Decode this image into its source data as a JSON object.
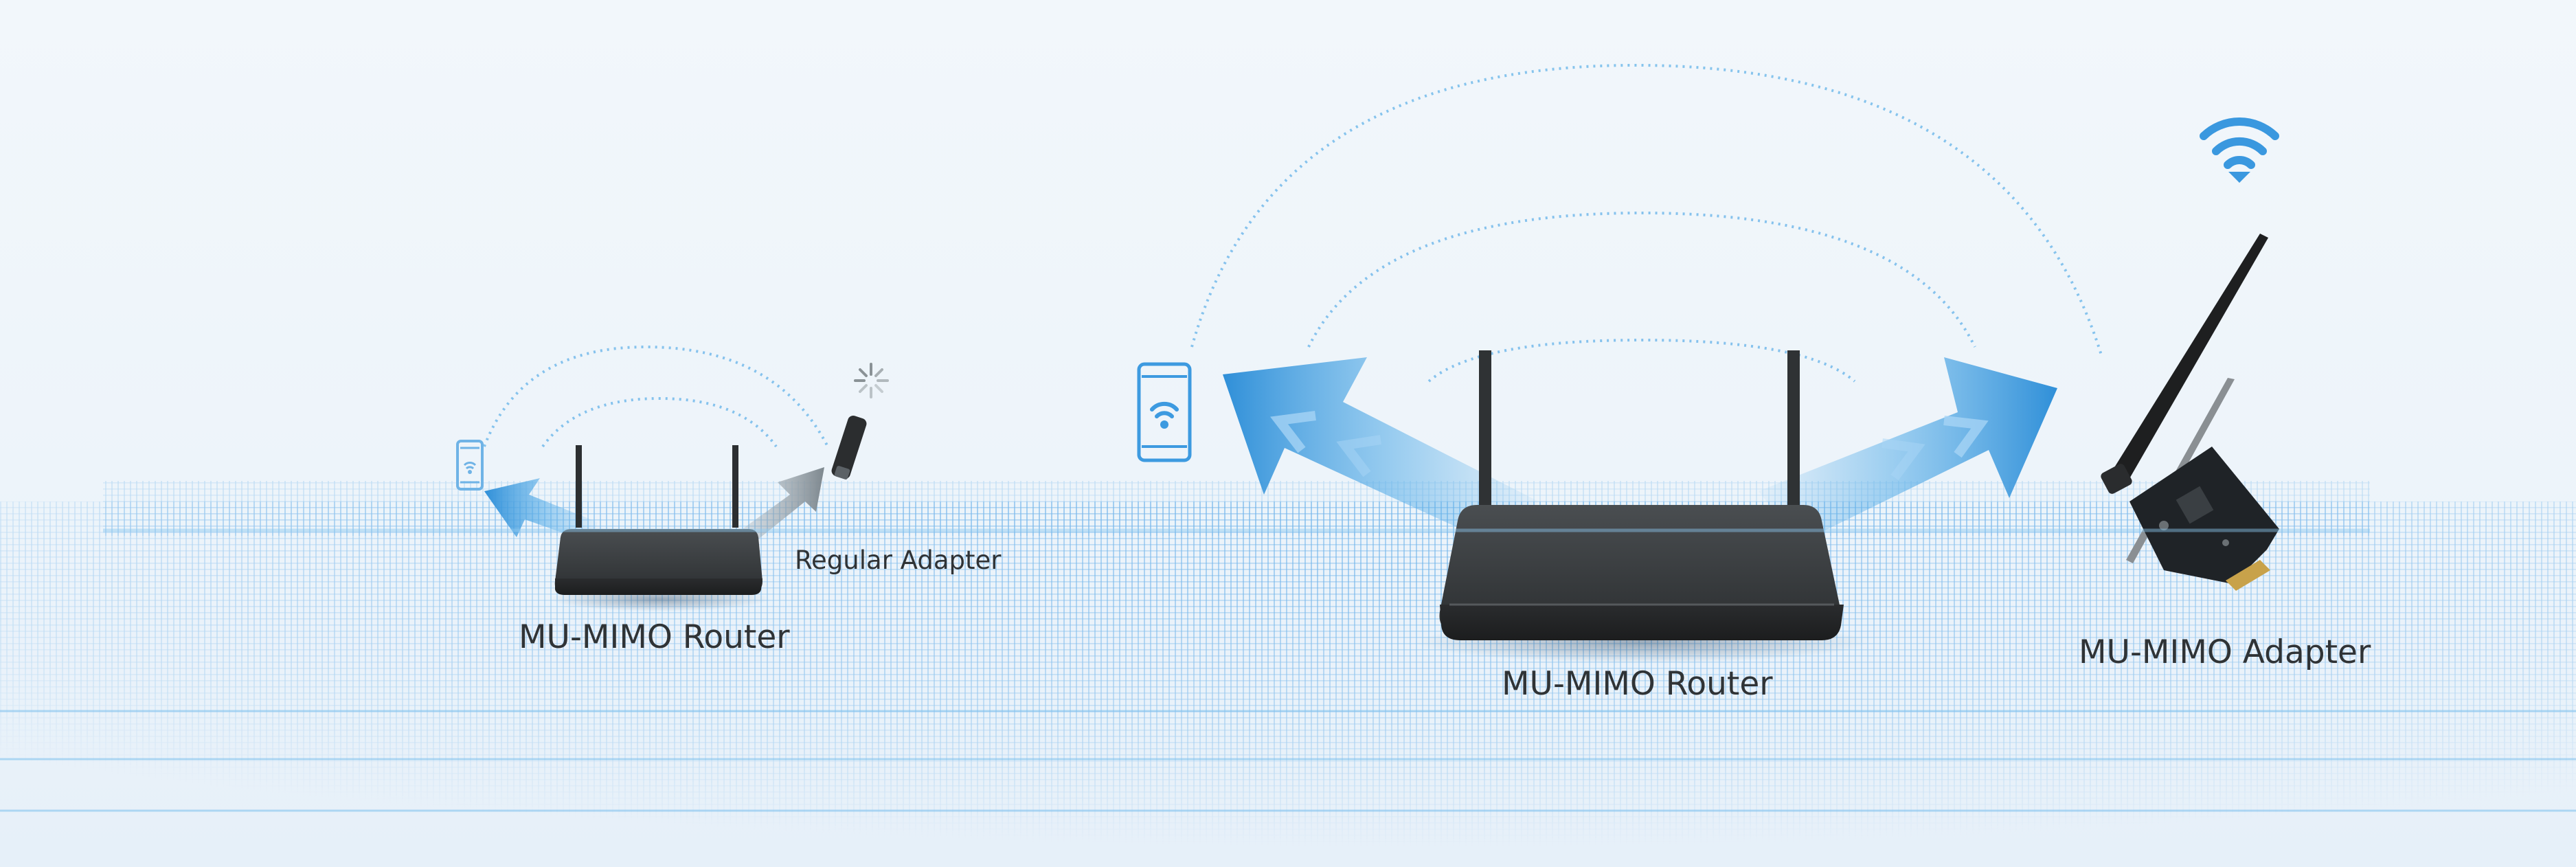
{
  "labels": {
    "left_router": "MU-MIMO Router",
    "regular_adapter": "Regular Adapter",
    "center_router": "MU-MIMO Router",
    "mu_mimo_adapter": "MU-MIMO Adapter"
  },
  "icons": {
    "phone": "phone-wifi-icon",
    "wifi": "wifi-icon",
    "loading": "loading-spinner-icon"
  },
  "colors": {
    "accent_blue": "#2f8fd8",
    "router_body": "#333638",
    "text": "#2f3336",
    "background": "#eef4fa"
  }
}
